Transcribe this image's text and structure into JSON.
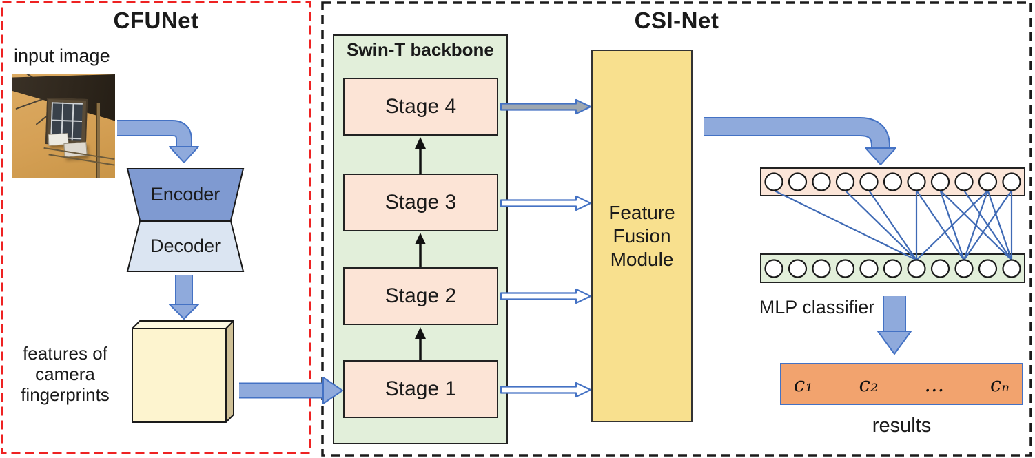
{
  "cfunet": {
    "title": "CFUNet",
    "input_image_label": "input image",
    "encoder_label": "Encoder",
    "decoder_label": "Decoder",
    "features_label": "features of\ncamera\nfingerprints"
  },
  "csinet": {
    "title": "CSI-Net",
    "backbone": {
      "title": "Swin-T backbone",
      "stages": [
        {
          "label": "Stage 4"
        },
        {
          "label": "Stage 3"
        },
        {
          "label": "Stage 2"
        },
        {
          "label": "Stage 1"
        }
      ]
    },
    "fusion_label": "Feature\nFusion\nModule",
    "mlp": {
      "label": "MLP classifier",
      "top_nodes": 11,
      "bottom_nodes": 11,
      "connections": [
        [
          0,
          6
        ],
        [
          3,
          6
        ],
        [
          4,
          6
        ],
        [
          6,
          6
        ],
        [
          9,
          6
        ],
        [
          6,
          8
        ],
        [
          7,
          8
        ],
        [
          9,
          8
        ],
        [
          10,
          8
        ],
        [
          7,
          10
        ],
        [
          8,
          10
        ],
        [
          9,
          10
        ],
        [
          10,
          10
        ]
      ]
    },
    "results": {
      "label": "results",
      "classes": [
        "c₁",
        "c₂",
        "…",
        "cₙ"
      ]
    }
  },
  "colors": {
    "accent": "#4472c4",
    "arrow_fill": "#8faadc",
    "red_border": "#ee2222",
    "dark_border": "#1a1a1a",
    "green_bg": "#e2efda",
    "stage_pink": "#fce4d6",
    "fusion_yellow": "#f8e08e",
    "encoder_fill": "#7f9ad1",
    "decoder_fill": "#dbe5f2",
    "cube_front": "#fdf4cf",
    "cube_top": "#fdf9e3",
    "cube_side": "#cfc096",
    "row_pink": "#fbe5d8",
    "row_green": "#e2efda",
    "results_orange": "#f2a36e",
    "line_blue": "#3f6ab5",
    "gray_fill": "#9ea7b0"
  }
}
